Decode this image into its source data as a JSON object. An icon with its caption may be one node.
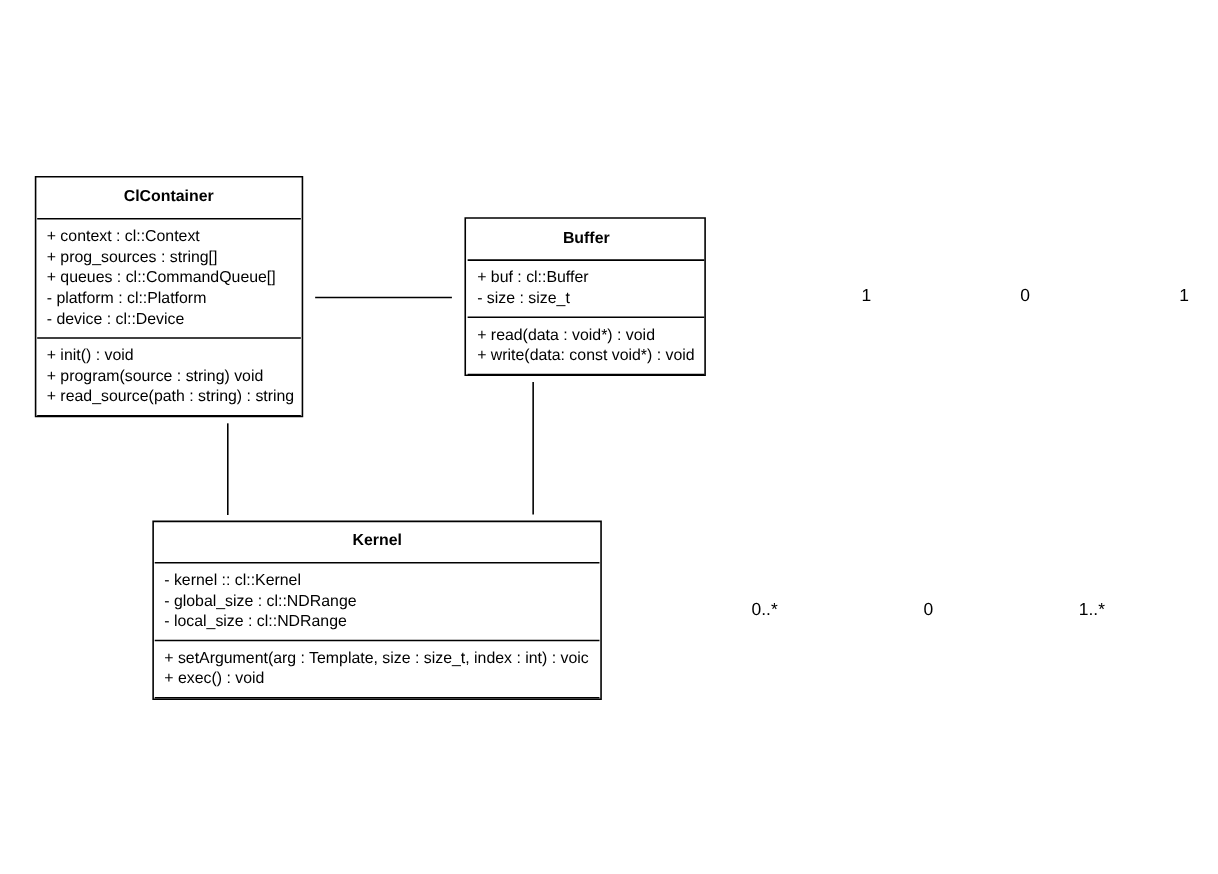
{
  "diagram": {
    "nodes": [
      {
        "text": [
          "ClContainer",
          "+ context : cl::Context + prog_sources : string[] + queues : cl::CommandQueue[] - platform : cl::Platform - device : cl::Device",
          "+ init() : void + program(source : string) void + read_source(path : string) : string"
        ]
      },
      {
        "text": [
          "Buffer",
          "+ buf : cl::Buffer - size : size_t",
          "+ read(data : void*) : void + write(data: const void*) : void"
        ]
      },
      {
        "text": [
          "Kernel",
          "- kernel :: cl::Kernel - global_size : cl::NDRange - local_size : cl::NDRange",
          "+ setArgument(arg : Template, size : size_t, index : int) : voic + exec() : void"
        ]
      }
    ],
    "edges": [
      {
        "from": 0,
        "to": 1,
        "arrow": "none"
      },
      {
        "from": 0,
        "to": 2,
        "arrow": "none"
      },
      {
        "from": 1,
        "to": 2,
        "arrow": "none"
      }
    ],
    "labels": [
      "1",
      "0",
      "1",
      "0..*",
      "0",
      "1..*"
    ]
  }
}
